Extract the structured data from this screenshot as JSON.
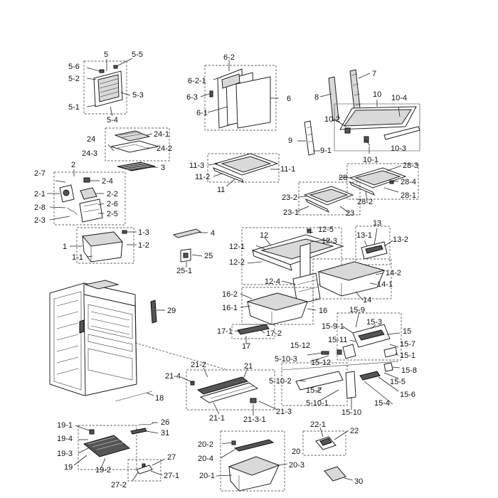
{
  "diagram": {
    "labels": [
      {
        "id": "l5",
        "text": "5"
      },
      {
        "id": "l5-5",
        "text": "5-5"
      },
      {
        "id": "l5-6",
        "text": "5-6"
      },
      {
        "id": "l5-2",
        "text": "5-2"
      },
      {
        "id": "l5-3",
        "text": "5-3"
      },
      {
        "id": "l5-1",
        "text": "5-1"
      },
      {
        "id": "l5-4",
        "text": "5-4"
      },
      {
        "id": "l6-2",
        "text": "6-2"
      },
      {
        "id": "l6-2-1",
        "text": "6-2-1"
      },
      {
        "id": "l6-3",
        "text": "6-3"
      },
      {
        "id": "l6",
        "text": "6"
      },
      {
        "id": "l6-1",
        "text": "6-1"
      },
      {
        "id": "l7",
        "text": "7"
      },
      {
        "id": "l8",
        "text": "8"
      },
      {
        "id": "l10",
        "text": "10"
      },
      {
        "id": "l10-4",
        "text": "10-4"
      },
      {
        "id": "l10-2",
        "text": "10-2"
      },
      {
        "id": "l9",
        "text": "9"
      },
      {
        "id": "l9-1",
        "text": "9-1"
      },
      {
        "id": "l10-3",
        "text": "10-3"
      },
      {
        "id": "l10-1",
        "text": "10-1"
      },
      {
        "id": "l24",
        "text": "24"
      },
      {
        "id": "l24-1",
        "text": "24-1"
      },
      {
        "id": "l24-2",
        "text": "24-2"
      },
      {
        "id": "l24-3",
        "text": "24-3"
      },
      {
        "id": "l3",
        "text": "3"
      },
      {
        "id": "l2",
        "text": "2"
      },
      {
        "id": "l2-7",
        "text": "2-7"
      },
      {
        "id": "l2-4",
        "text": "2-4"
      },
      {
        "id": "l2-1",
        "text": "2-1"
      },
      {
        "id": "l2-2",
        "text": "2-2"
      },
      {
        "id": "l2-6",
        "text": "2-6"
      },
      {
        "id": "l2-8",
        "text": "2-8"
      },
      {
        "id": "l2-5",
        "text": "2-5"
      },
      {
        "id": "l2-3",
        "text": "2-3"
      },
      {
        "id": "l11-3",
        "text": "11-3"
      },
      {
        "id": "l11-1",
        "text": "11-1"
      },
      {
        "id": "l11-2",
        "text": "11-2"
      },
      {
        "id": "l11",
        "text": "11"
      },
      {
        "id": "l28-3",
        "text": "28-3"
      },
      {
        "id": "l28",
        "text": "28"
      },
      {
        "id": "l28-4",
        "text": "28-4"
      },
      {
        "id": "l28-1",
        "text": "28-1"
      },
      {
        "id": "l28-2",
        "text": "28-2"
      },
      {
        "id": "l23-2",
        "text": "23-2"
      },
      {
        "id": "l23-1",
        "text": "23-1"
      },
      {
        "id": "l23",
        "text": "23"
      },
      {
        "id": "l1-3",
        "text": "1-3"
      },
      {
        "id": "l1",
        "text": "1"
      },
      {
        "id": "l1-2",
        "text": "1-2"
      },
      {
        "id": "l1-1",
        "text": "1-1"
      },
      {
        "id": "l4",
        "text": "4"
      },
      {
        "id": "l25",
        "text": "25"
      },
      {
        "id": "l25-1",
        "text": "25-1"
      },
      {
        "id": "l12-5",
        "text": "12-5"
      },
      {
        "id": "l12",
        "text": "12"
      },
      {
        "id": "l12-3",
        "text": "12-3"
      },
      {
        "id": "l12-1",
        "text": "12-1"
      },
      {
        "id": "l12-2",
        "text": "12-2"
      },
      {
        "id": "l12-4",
        "text": "12-4"
      },
      {
        "id": "l13",
        "text": "13"
      },
      {
        "id": "l13-1",
        "text": "13-1"
      },
      {
        "id": "l13-2",
        "text": "13-2"
      },
      {
        "id": "l14-2",
        "text": "14-2"
      },
      {
        "id": "l14-1",
        "text": "14-1"
      },
      {
        "id": "l14",
        "text": "14"
      },
      {
        "id": "l29",
        "text": "29"
      },
      {
        "id": "l16-2",
        "text": "16-2"
      },
      {
        "id": "l16-1",
        "text": "16-1"
      },
      {
        "id": "l16",
        "text": "16"
      },
      {
        "id": "l17-1",
        "text": "17-1"
      },
      {
        "id": "l17-2",
        "text": "17-2"
      },
      {
        "id": "l17",
        "text": "17"
      },
      {
        "id": "l15-9",
        "text": "15-9"
      },
      {
        "id": "l15-9-1",
        "text": "15-9-1"
      },
      {
        "id": "l15-3",
        "text": "15-3"
      },
      {
        "id": "l15",
        "text": "15"
      },
      {
        "id": "l15-11",
        "text": "15-11"
      },
      {
        "id": "l15-7",
        "text": "15-7"
      },
      {
        "id": "l15-12a",
        "text": "15-12"
      },
      {
        "id": "l15-12b",
        "text": "15-12"
      },
      {
        "id": "l15-1",
        "text": "15-1"
      },
      {
        "id": "l5-10-3",
        "text": "5-10-3"
      },
      {
        "id": "l15-8",
        "text": "15-8"
      },
      {
        "id": "l5-10-2",
        "text": "5-10-2"
      },
      {
        "id": "l15-5",
        "text": "15-5"
      },
      {
        "id": "l15-2",
        "text": "15-2"
      },
      {
        "id": "l15-6",
        "text": "15-6"
      },
      {
        "id": "l5-10-1",
        "text": "5-10-1"
      },
      {
        "id": "l15-4",
        "text": "15-4"
      },
      {
        "id": "l15-10",
        "text": "15-10"
      },
      {
        "id": "l21-2",
        "text": "21-2"
      },
      {
        "id": "l21",
        "text": "21"
      },
      {
        "id": "l21-4",
        "text": "21-4"
      },
      {
        "id": "l18",
        "text": "18"
      },
      {
        "id": "l21-1",
        "text": "21-1"
      },
      {
        "id": "l21-3-1",
        "text": "21-3-1"
      },
      {
        "id": "l21-3",
        "text": "21-3"
      },
      {
        "id": "l19-1",
        "text": "19-1"
      },
      {
        "id": "l26",
        "text": "26"
      },
      {
        "id": "l19-4",
        "text": "19-4"
      },
      {
        "id": "l31",
        "text": "31"
      },
      {
        "id": "l19-3",
        "text": "19-3"
      },
      {
        "id": "l27",
        "text": "27"
      },
      {
        "id": "l19",
        "text": "19"
      },
      {
        "id": "l19-2",
        "text": "19-2"
      },
      {
        "id": "l27-1",
        "text": "27-1"
      },
      {
        "id": "l27-2",
        "text": "27-2"
      },
      {
        "id": "l20-2",
        "text": "20-2"
      },
      {
        "id": "l20",
        "text": "20"
      },
      {
        "id": "l20-4",
        "text": "20-4"
      },
      {
        "id": "l20-3",
        "text": "20-3"
      },
      {
        "id": "l20-1",
        "text": "20-1"
      },
      {
        "id": "l22-1",
        "text": "22-1"
      },
      {
        "id": "l22",
        "text": "22"
      },
      {
        "id": "l30",
        "text": "30"
      }
    ]
  }
}
